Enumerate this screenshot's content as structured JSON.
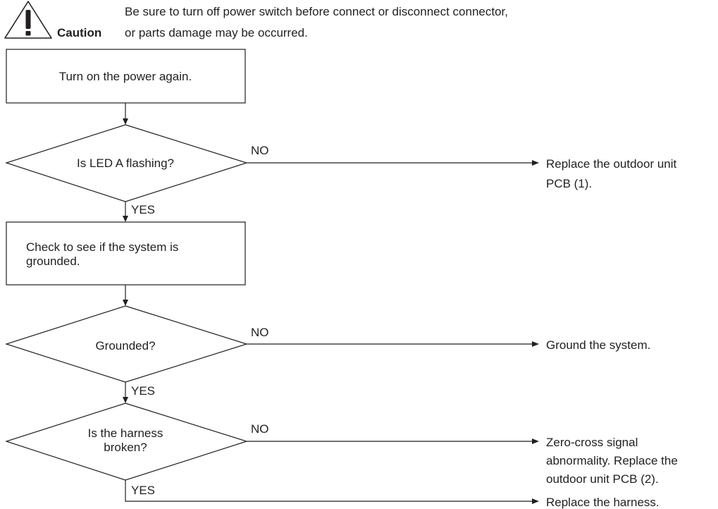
{
  "caution": {
    "label": "Caution",
    "icon": "warning-triangle-icon",
    "lines": [
      "Be sure to turn off power switch before connect or disconnect connector,",
      "or parts damage may be occurred."
    ]
  },
  "steps": {
    "power_on": "Turn on the power again.",
    "check_grounded": [
      "Check to see if the system is",
      "grounded."
    ]
  },
  "decisions": {
    "led_flashing": [
      "Is LED A flashing?"
    ],
    "grounded": [
      "Grounded?"
    ],
    "harness_broken": [
      "Is the harness",
      "broken?"
    ]
  },
  "branch_labels": {
    "no": "NO",
    "yes": "YES"
  },
  "outcomes": {
    "replace_pcb_1": [
      "Replace the outdoor unit",
      "PCB (1)."
    ],
    "ground_system": [
      "Ground the system."
    ],
    "zero_cross": [
      "Zero-cross signal",
      "abnormality. Replace the",
      "outdoor unit PCB (2)."
    ],
    "replace_harness": [
      "Replace the harness."
    ]
  },
  "colors": {
    "ink": "#231f20",
    "background": "#ffffff"
  }
}
